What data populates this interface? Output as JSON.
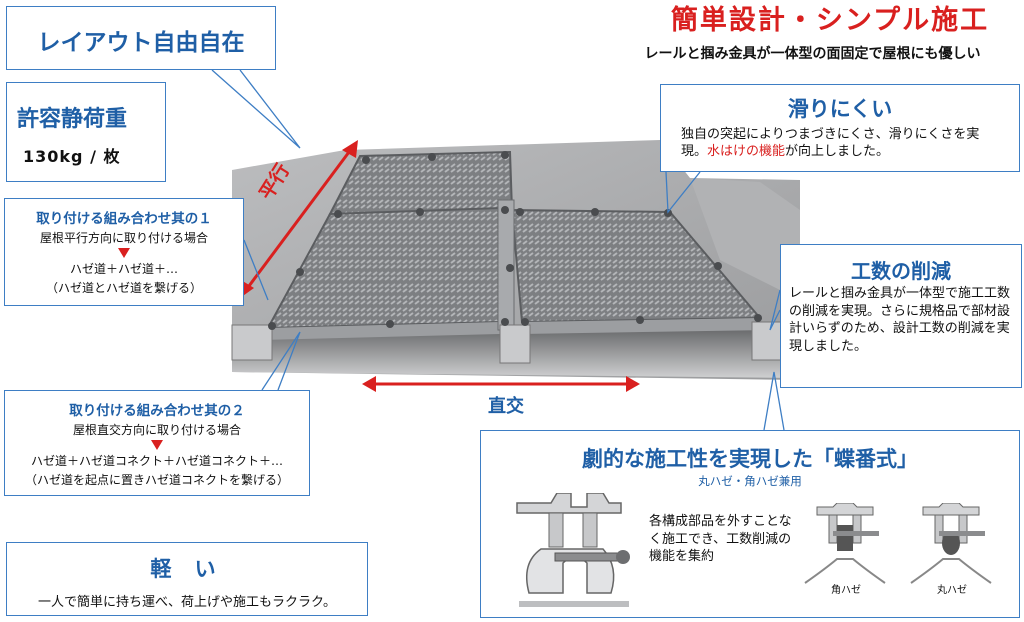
{
  "header": {
    "title": "簡単設計・シンプル施工",
    "subtitle": "レールと掴み金具が一体型の面固定で屋根にも優しい"
  },
  "layout_box": {
    "title": "レイアウト自由自在"
  },
  "load_box": {
    "title": "許容静荷重",
    "value": "130kg / 枚"
  },
  "combo1": {
    "title": "取り付ける組み合わせ其の１",
    "desc": "屋根平行方向に取り付ける場合",
    "line1": "ハゼ道＋ハゼ道＋…",
    "line2": "（ハゼ道とハゼ道を繋げる）"
  },
  "combo2": {
    "title": "取り付ける組み合わせ其の２",
    "desc": "屋根直交方向に取り付ける場合",
    "line1": "ハゼ道＋ハゼ道コネクト＋ハゼ道コネクト＋…",
    "line2": "（ハゼ道を起点に置きハゼ道コネクトを繋げる）"
  },
  "light_box": {
    "title": "軽 い",
    "desc": "一人で簡単に持ち運べ、荷上げや施工もラクラク。"
  },
  "slip_box": {
    "title": "滑りにくい",
    "desc_a": "独自の突起によりつまづきにくさ、滑りにくさを実現。",
    "desc_highlight": "水はけの機能",
    "desc_b": "が向上しました。"
  },
  "labor_box": {
    "title": "工数の削減",
    "desc": "レールと掴み金具が一体型で施工工数の削減を実現。さらに規格品で部材設計いらずのため、設計工数の削減を実現しました。"
  },
  "hinge_box": {
    "title": "劇的な施工性を実現した「蝶番式」",
    "subtitle": "丸ハゼ・角ハゼ兼用",
    "desc": "各構成部品を外すことなく施工でき、工数削減の機能を集約",
    "label_square": "角ハゼ",
    "label_round": "丸ハゼ"
  },
  "photo_labels": {
    "parallel": "平行",
    "orthogonal": "直交"
  },
  "colors": {
    "accent_blue": "#1f5fa6",
    "border_blue": "#3e7ec4",
    "accent_red": "#d9201f"
  }
}
